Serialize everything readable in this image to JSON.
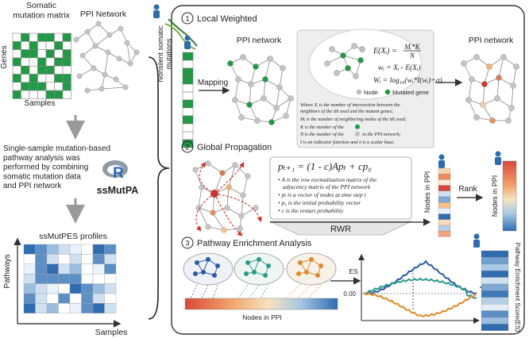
{
  "left": {
    "matrix_title": "Somatic\nmutation matrix",
    "ppi_title": "PPI Network",
    "genes_label": "Genes",
    "samples_label": "Samples",
    "description": "Single-sample mutation-based\npathway analysis was\nperformed by combining\nsomatic mutation data\nand PPI network",
    "tool_name": "ssMutPA",
    "profiles_title": "ssMutPES profiles",
    "pathways_label": "Pathways",
    "samples_label2": "Samples"
  },
  "nonsilent_label": "Nonsilent somatic\nmutations",
  "step1": {
    "number": "1",
    "title": "Local Weighted",
    "ppi_label": "PPI network",
    "mapping_label": "Mapping",
    "ppi_label_right": "PPI network",
    "eq1_lhs": "E(Xᵢ) =",
    "eq1_num": "Mᵢ*K",
    "eq1_den": "N",
    "eq2": "wᵢ = Xᵢ - E(Xᵢ)",
    "eq3": "Wᵢ = log₁₀(wᵢ*I(wᵢ)+σ)",
    "legend_node": "Node",
    "legend_mutated": "Mutated gene",
    "note1": "Where Xᵢ is the number of intersection between the",
    "note2": "neighbors of the ith seed  and the mutant genes;",
    "note3": "Mᵢ is the number of neighboring nodes of the ith seed;",
    "note4a": "K is the number of the",
    "note5a": "N is the number of the",
    "note5b": "in the PPI network;",
    "note6": "I is an indicator function and σ is a scalar base."
  },
  "step2": {
    "number": "2",
    "title": "Global Propagation",
    "formula": "pₜ₊₁ = (1 - c)Apₜ + cp₀",
    "bullet1": "A is the row normalization matrix of the",
    "bullet1b": "adjacency matrix of the PPI network",
    "bullet2": "pₜ is a vector of nodes at time step t",
    "bullet3": "p₀ is the initial probability vector",
    "bullet4": "c is the restart probability",
    "rwr_label": "RWR",
    "nodes_label": "Nodes in PPI",
    "rank_label": "Rank",
    "nodes_label2": "Nodes in PPI"
  },
  "step3": {
    "number": "3",
    "title": "Pathway Enrichment Analysis",
    "nodes_label": "Nodes in PPI",
    "es_label": "ES",
    "zero_label": "0.00",
    "score_label": "Pathway Enrichment Score(ES)"
  },
  "colors": {
    "green": "#1f9a45",
    "grid": "#8a8a8a",
    "box_fill": "#eeeeee",
    "blue_line": "#2b5aa8",
    "teal_line": "#2a9a8c",
    "orange_line": "#e08a2a",
    "person": "#2b6cb0",
    "heat_red": "#c8453a",
    "heat_blue": "#2f6cb0"
  }
}
